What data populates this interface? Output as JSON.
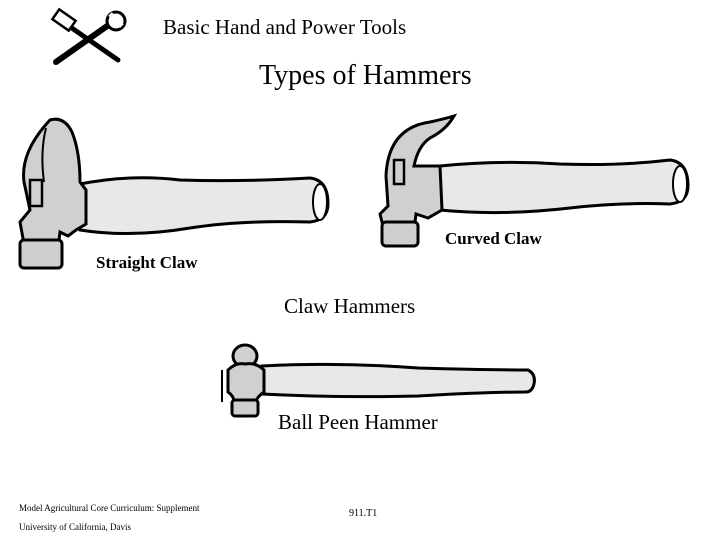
{
  "header": {
    "title": "Basic Hand and Power Tools",
    "logo_icon": "wrench-hammer-icon"
  },
  "page_title": "Types of Hammers",
  "illustrations": {
    "straight_claw": {
      "label": "Straight Claw",
      "icon": "straight-claw-hammer-icon"
    },
    "curved_claw": {
      "label": "Curved Claw",
      "icon": "curved-claw-hammer-icon"
    },
    "group_caption": "Claw Hammers",
    "ball_peen": {
      "label": "Ball Peen Hammer",
      "icon": "ball-peen-hammer-icon"
    }
  },
  "footer": {
    "line1": "Model Agricultural Core Curriculum:  Supplement",
    "line2": "University of California, Davis",
    "code": "911.T1"
  },
  "colors": {
    "ink": "#000000",
    "background": "#ffffff",
    "wood": "#e8e8e8"
  }
}
